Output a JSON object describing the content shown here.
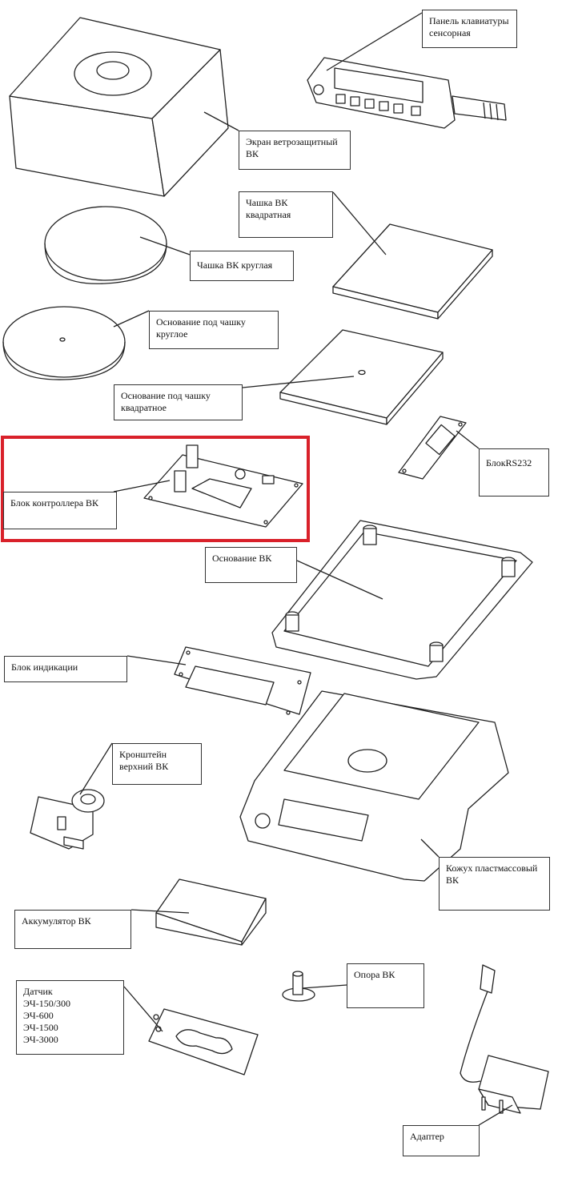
{
  "labels": {
    "keyboard_panel": "Панель клавиатуры\nсенсорная",
    "windshield": "Экран ветрозащитный\nВК",
    "pan_square": "Чашка ВК\nквадратная",
    "pan_round": "Чашка ВК круглая",
    "pan_base_round": "Основание под чашку\nкруглое",
    "pan_base_square": "Основание под чашку\nквадратное",
    "rs232_unit": "БлокRS232",
    "controller_unit": "Блок контроллера ВК",
    "base": "Основание ВК",
    "display_unit": "Блок индикации",
    "bracket_top": "Кронштейн\nверхний ВК",
    "housing": "Кожух пластмассовый\nВК",
    "battery": "Аккумулятор ВК",
    "sensor": "Датчик\nЭЧ-150/300\nЭЧ-600\nЭЧ-1500\nЭЧ-3000",
    "support": "Опора ВК",
    "adapter": "Адаптер"
  },
  "highlight": {
    "target": "controller_unit",
    "color": "#d9212a"
  }
}
